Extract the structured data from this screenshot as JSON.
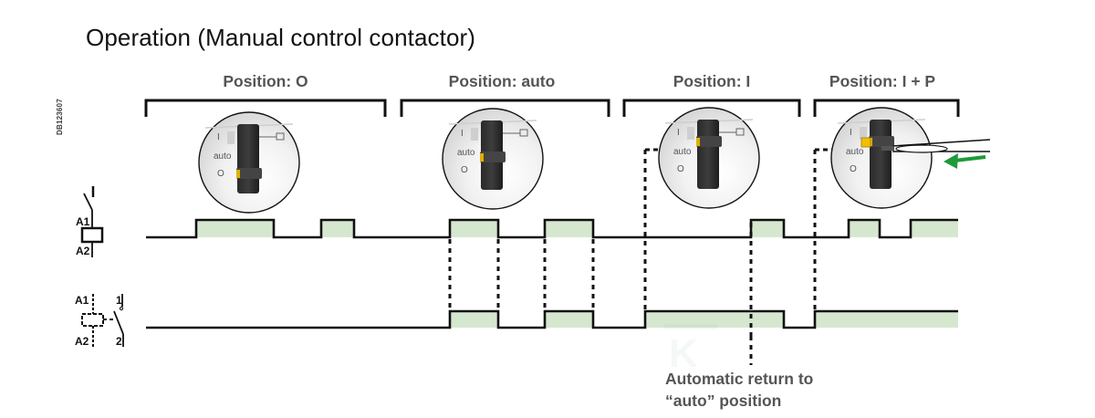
{
  "title": "Operation (Manual control contactor)",
  "doc_id": "DB123607",
  "positions": [
    {
      "label": "Position: O",
      "knob_setting": "O"
    },
    {
      "label": "Position: auto",
      "knob_setting": "auto"
    },
    {
      "label": "Position: I",
      "knob_setting": "I"
    },
    {
      "label": "Position: I + P",
      "knob_setting": "I + P"
    }
  ],
  "knob_labels": {
    "on": "I",
    "auto": "auto",
    "off": "O"
  },
  "symbols": {
    "coil": {
      "a1": "A1",
      "a2": "A2",
      "switch": "I"
    },
    "contact": {
      "a1": "A1",
      "a2": "A2",
      "pin1": "1",
      "pin2": "2"
    }
  },
  "annotation": {
    "line1": "Automatic return to",
    "line2": "“auto” position"
  },
  "colors": {
    "signal_fill": "#d5e8cf",
    "line": "#111111",
    "label": "#555555",
    "arrow": "#1e9a3a"
  },
  "chart_data": {
    "type": "timing",
    "title": "Operation (Manual control contactor)",
    "time_units": "relative",
    "signals": [
      {
        "name": "Coil A1-A2",
        "high_intervals": [
          [
            215,
            300
          ],
          [
            352,
            388
          ],
          [
            493,
            546
          ],
          [
            597,
            650
          ],
          [
            823,
            859
          ],
          [
            930,
            964
          ],
          [
            998,
            1050
          ]
        ],
        "range": [
          160,
          1050
        ]
      },
      {
        "name": "Contact 1-2",
        "high_intervals": [
          [
            493,
            546
          ],
          [
            597,
            650
          ],
          [
            707,
            859
          ],
          [
            893,
            1050
          ]
        ],
        "range": [
          160,
          1050
        ]
      }
    ],
    "sections": [
      {
        "label": "Position: O",
        "range": [
          160,
          422
        ]
      },
      {
        "label": "Position: auto",
        "range": [
          440,
          667
        ]
      },
      {
        "label": "Position: I",
        "range": [
          684,
          876
        ]
      },
      {
        "label": "Position: I + P",
        "range": [
          893,
          1050
        ]
      }
    ],
    "sync_markers": [
      493,
      546,
      597,
      650,
      707,
      823,
      893
    ]
  }
}
